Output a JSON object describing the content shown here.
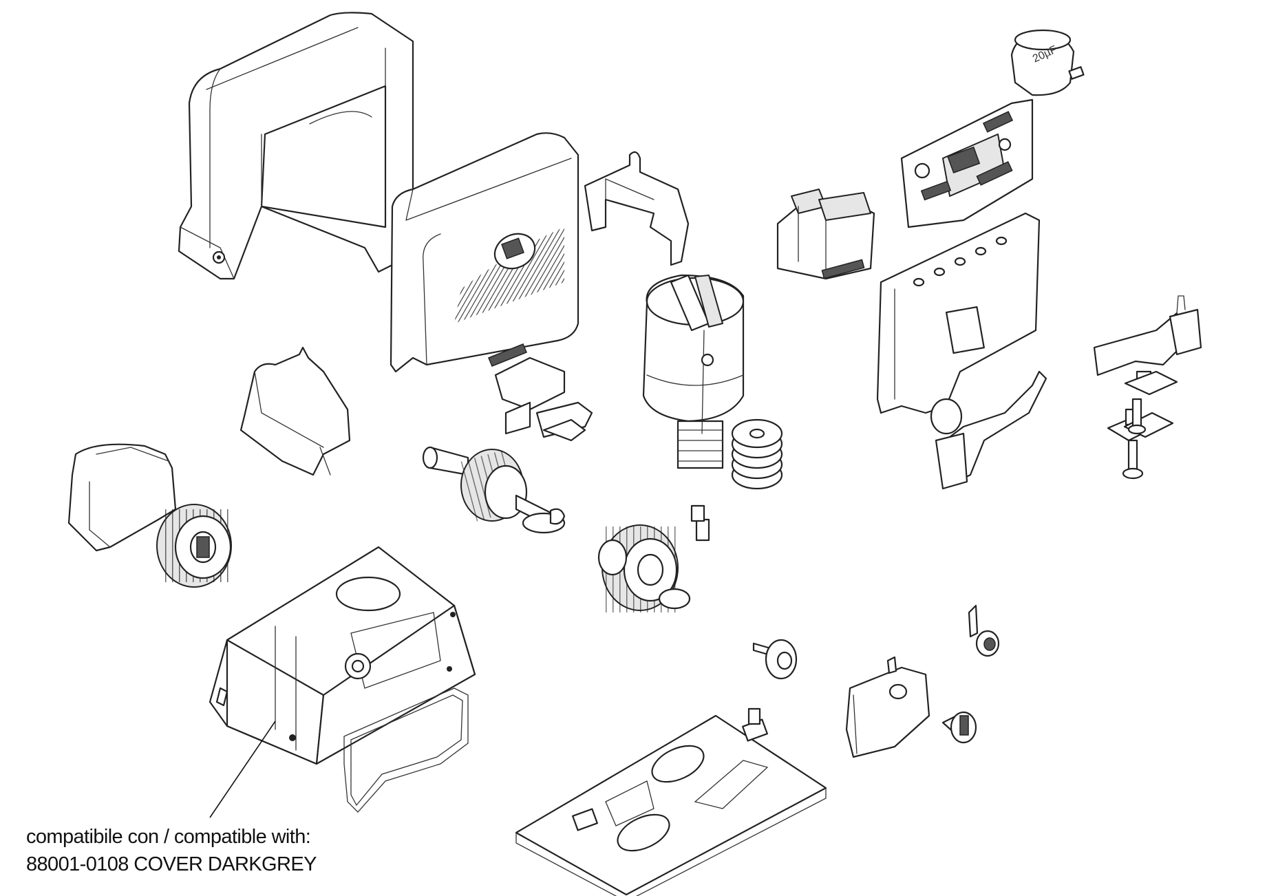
{
  "caption": {
    "line1": "compatibile con / compatible with:",
    "line2": "88001-0108 COVER DARKGREY"
  },
  "capacitor": {
    "label": "20µF"
  },
  "colors": {
    "line": "#222222",
    "background": "#ffffff",
    "shade": "#e6e6e6"
  }
}
